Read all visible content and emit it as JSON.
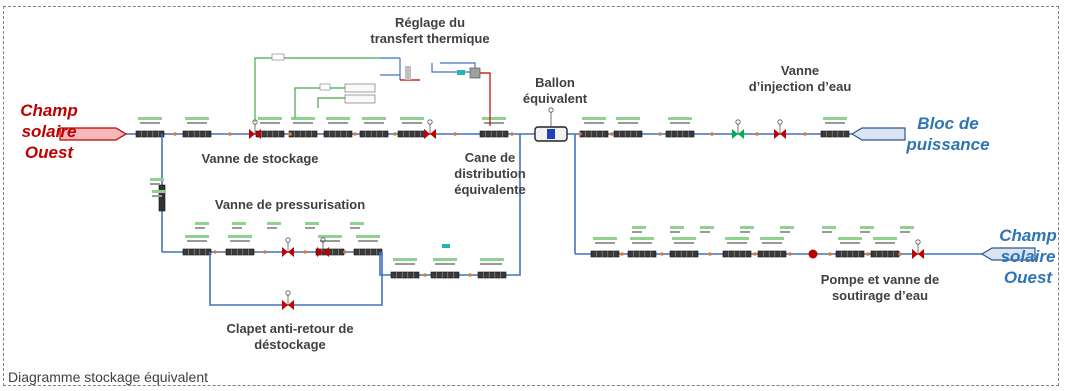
{
  "diagram": {
    "caption": "Diagramme stockage équivalent",
    "endpoints": {
      "left": "Champ\nsolaire\nOuest",
      "right_top": "Bloc de\npuissance",
      "right_bottom": "Champ\nsolaire\nOuest"
    },
    "labels": {
      "reglage": "Réglage du\ntransfert thermique",
      "ballon": "Ballon\néquivalent",
      "vanne_injection": "Vanne\nd’injection d’eau",
      "vanne_stockage": "Vanne de stockage",
      "cane": "Cane de\ndistribution\néquivalente",
      "vanne_pressurisation": "Vanne de pressurisation",
      "clapet": "Clapet anti-retour de\ndéstockage",
      "pompe": "Pompe et vanne de\nsoutirage d’eau"
    },
    "colors": {
      "pipe": "#4472c4",
      "valve": "#c00000",
      "check_valve": "#00b050",
      "red_text": "#c00000",
      "blue_text": "#2e75b6",
      "inlet_fill": "#f4b8b8",
      "outlet_fill": "#dbe5f1"
    }
  }
}
